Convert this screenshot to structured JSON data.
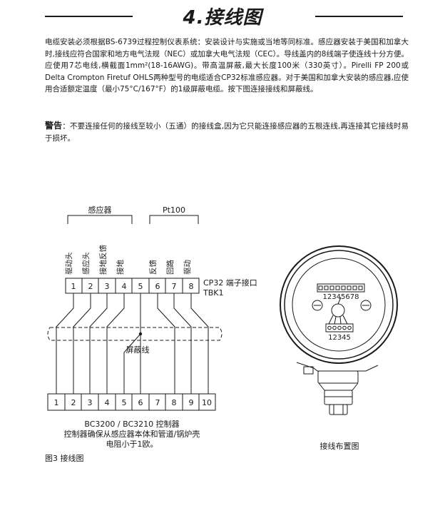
{
  "header": {
    "title": "4.接线图"
  },
  "body": {
    "paragraph": "电缆安装必须根据BS-6739过程控制仪表系统：安装设计与实施或当地等同标准。感应器安装于美国和加拿大时,接线应符合国家和地方电气法规（NEC）或加拿大电气法规（CEC）。导线盖内的8线端子使连线十分方便。应使用7芯电线,横截面1mm²(18-16AWG)。带高温屏蔽,最大长度100米（330英寸）。Pirelli FP 200或Delta Crompton Firetuf OHLS两种型号的电缆适合CP32标准感应器。对于美国和加拿大安装的感应器,应使用合适额定温度（最小75°C/167°F）的1级屏蔽电缆。按下图连接接线和屏蔽线。",
    "warning_label": "警告",
    "warning_text": "：不要连接任何的接线至较小（五通）的接线盒,因为它只能连接感应器的五根连线,再连接其它接线时易于损坏。"
  },
  "wiring": {
    "group_sensor": "感应器",
    "group_pt100": "Pt100",
    "top_labels": [
      "驱动头",
      "感应头",
      "接地反馈",
      "接地",
      "反馈",
      "回路",
      "驱动"
    ],
    "top_terminals": [
      "1",
      "2",
      "3",
      "4",
      "5",
      "6",
      "7",
      "8"
    ],
    "terminal_name_line1": "CP32  端子接口",
    "terminal_name_line2": "TBK1",
    "shield_label": "屏蔽线",
    "bottom_terminals": [
      "1",
      "2",
      "3",
      "4",
      "5",
      "6",
      "7",
      "8",
      "9",
      "10"
    ],
    "controller_line1": "BC3200 / BC3210 控制器",
    "controller_line2": "控制器确保从感应器本体和管道/锅炉壳",
    "controller_line3": "电阻小于1欧。"
  },
  "layout_view": {
    "terminal_8": "12345678",
    "terminal_5": "12345",
    "caption": "接线布置图"
  },
  "figure": {
    "caption": "图3  接线图"
  }
}
